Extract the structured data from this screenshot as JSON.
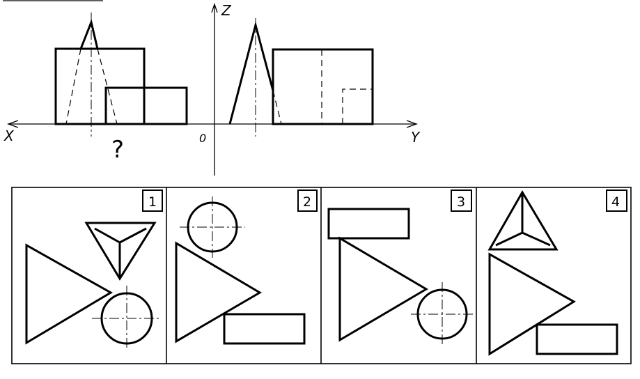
{
  "axes": {
    "x": "X",
    "y": "Y",
    "z": "Z",
    "origin": "0"
  },
  "question_mark": "?",
  "options": [
    {
      "number": "1"
    },
    {
      "number": "2"
    },
    {
      "number": "3"
    },
    {
      "number": "4"
    }
  ]
}
